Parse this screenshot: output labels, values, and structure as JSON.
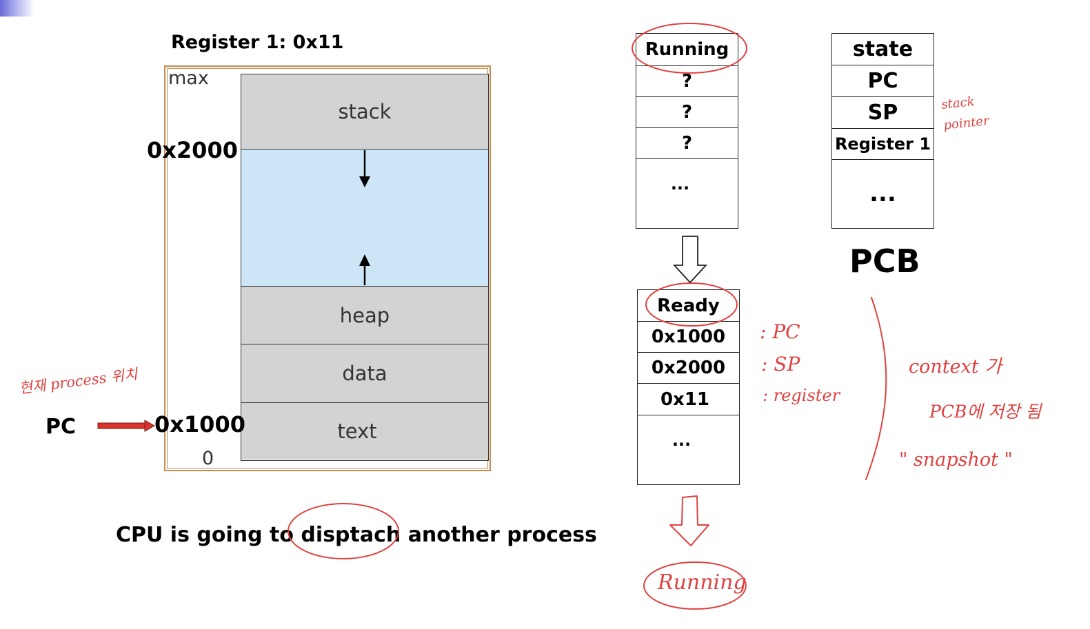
{
  "memory": {
    "register_label": "Register 1: 0x11",
    "max_label": "max",
    "zero_label": "0",
    "addr_stack": "0x2000",
    "addr_text": "0x1000",
    "pc_label": "PC",
    "segments": {
      "stack": "stack",
      "heap": "heap",
      "data": "data",
      "text": "text"
    }
  },
  "caption": "CPU is going to disptach another process",
  "running_table": {
    "rows": [
      "Running",
      "?",
      "?",
      "?",
      "..."
    ]
  },
  "ready_table": {
    "rows": [
      "Ready",
      "0x1000",
      "0x2000",
      "0x11",
      "..."
    ]
  },
  "pcb_table": {
    "rows": [
      "state",
      "PC",
      "SP",
      "Register 1",
      "..."
    ],
    "title": "PCB"
  },
  "annotations": {
    "current_process_position": "현재 process 위치",
    "stack_pointer": [
      "stack",
      "pointer"
    ],
    "pc_note": ": PC",
    "sp_note": ": SP",
    "register_note": ": register",
    "context_note_1": "context 가",
    "context_note_2": "PCB에 저장 됨",
    "snapshot_note": "\" snapshot \"",
    "running_note": "Running"
  },
  "colors": {
    "annotation": "#e04040",
    "memory_border": "#c98a4b",
    "segment_gray": "#d3d3d3",
    "free_space": "#cce6f8"
  }
}
